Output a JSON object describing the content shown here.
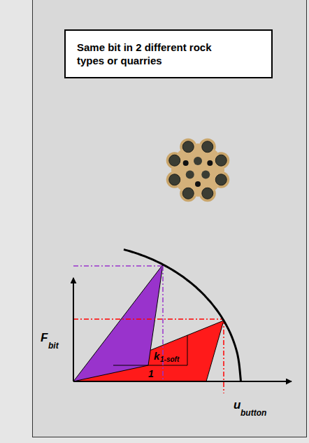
{
  "diagram": {
    "nodes": [
      {
        "text": [
          "Same bit in 2 different rock types or quarries"
        ]
      }
    ],
    "labels": [
      "F",
      "bit",
      "u",
      "button",
      "1",
      "k",
      "1-soft"
    ]
  }
}
